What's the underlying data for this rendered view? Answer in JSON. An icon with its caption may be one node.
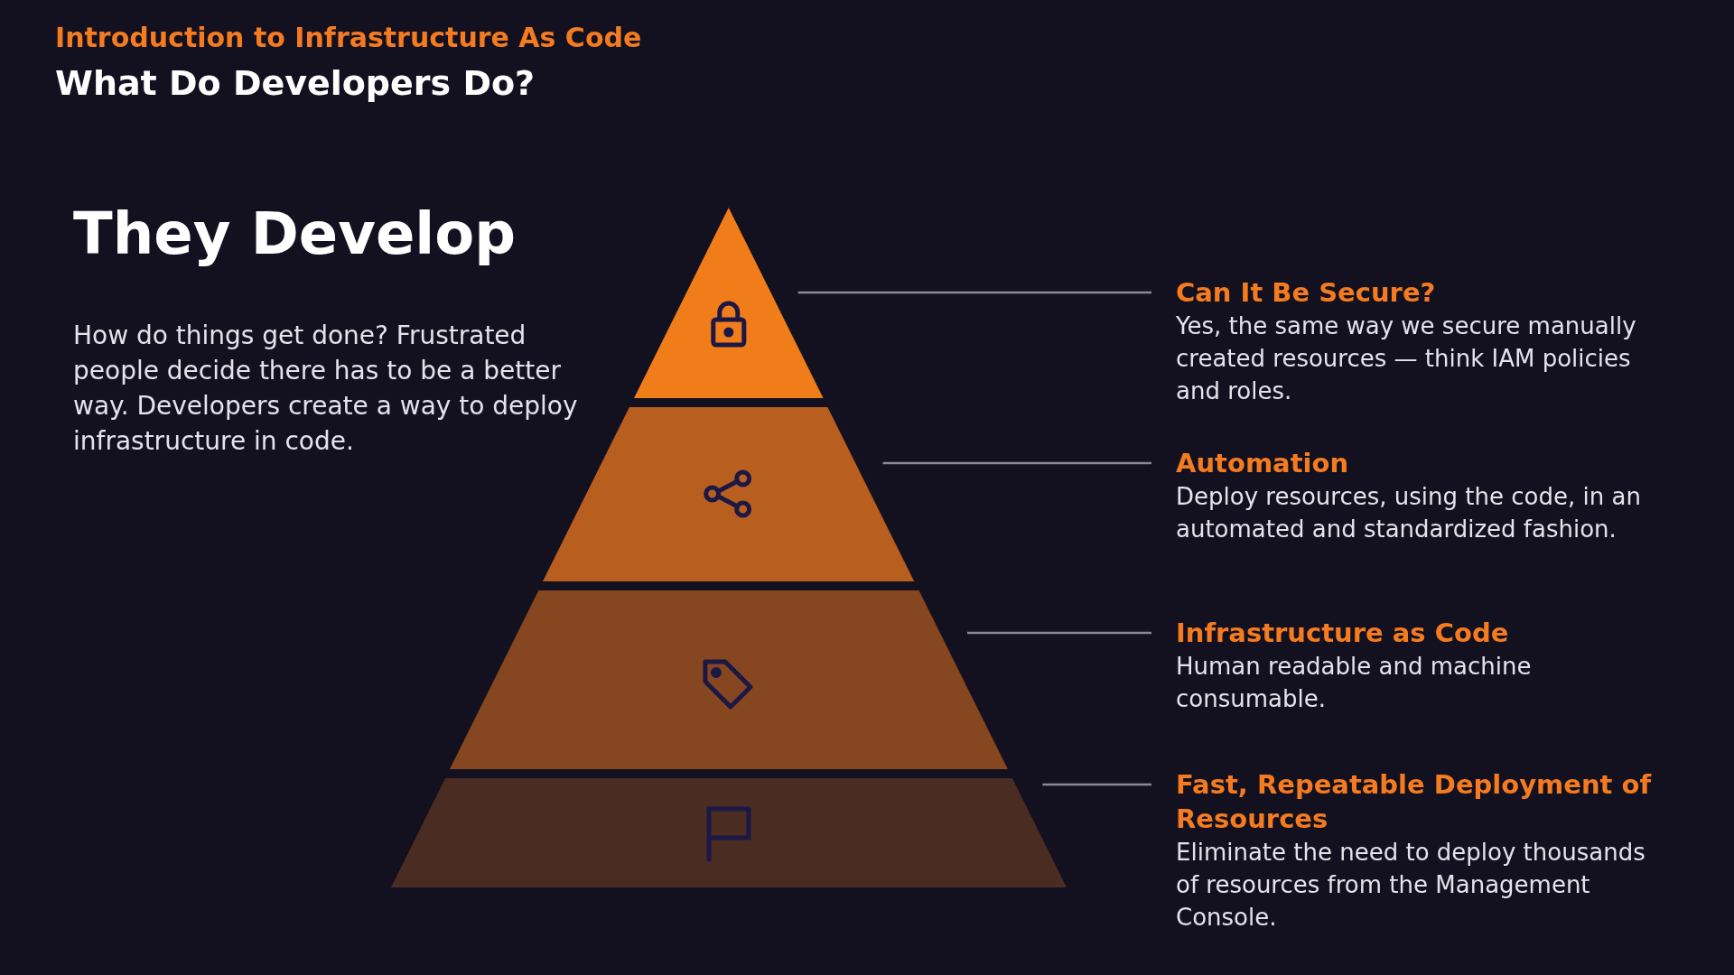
{
  "diagram": {
    "title": "What Do Developers Do?",
    "nodes": [
      {
        "text": [],
        "shape": "triangle"
      },
      {
        "text": [],
        "shape": "trapezoid"
      },
      {
        "text": [],
        "shape": "trapezoid"
      },
      {
        "text": [],
        "shape": "trapezoid"
      },
      {
        "text": [
          "Can It Be Secure?",
          "Yes, the same way we secure manually created resources — think IAM policies and roles."
        ]
      },
      {
        "text": [
          "Automation",
          "Deploy resources, using the code, in an automated and standardized fashion."
        ]
      },
      {
        "text": [
          "Infrastructure as Code",
          "Human readable and machine consumable."
        ]
      },
      {
        "text": [
          "Fast, Repeatable Deployment of Resources",
          "Eliminate the need to deploy thousands of resources from the Management Console."
        ]
      }
    ],
    "edges": [
      {
        "from": 4,
        "to": 0,
        "arrow": "none"
      },
      {
        "from": 5,
        "to": 1,
        "arrow": "none"
      },
      {
        "from": 6,
        "to": 2,
        "arrow": "none"
      },
      {
        "from": 7,
        "to": 3,
        "arrow": "none"
      }
    ],
    "labels": [
      "Introduction to Infrastructure As Code",
      "They Develop",
      "How do things get done? Frustrated people decide there has to be a better way. Developers create a way to deploy infrastructure in code."
    ]
  }
}
